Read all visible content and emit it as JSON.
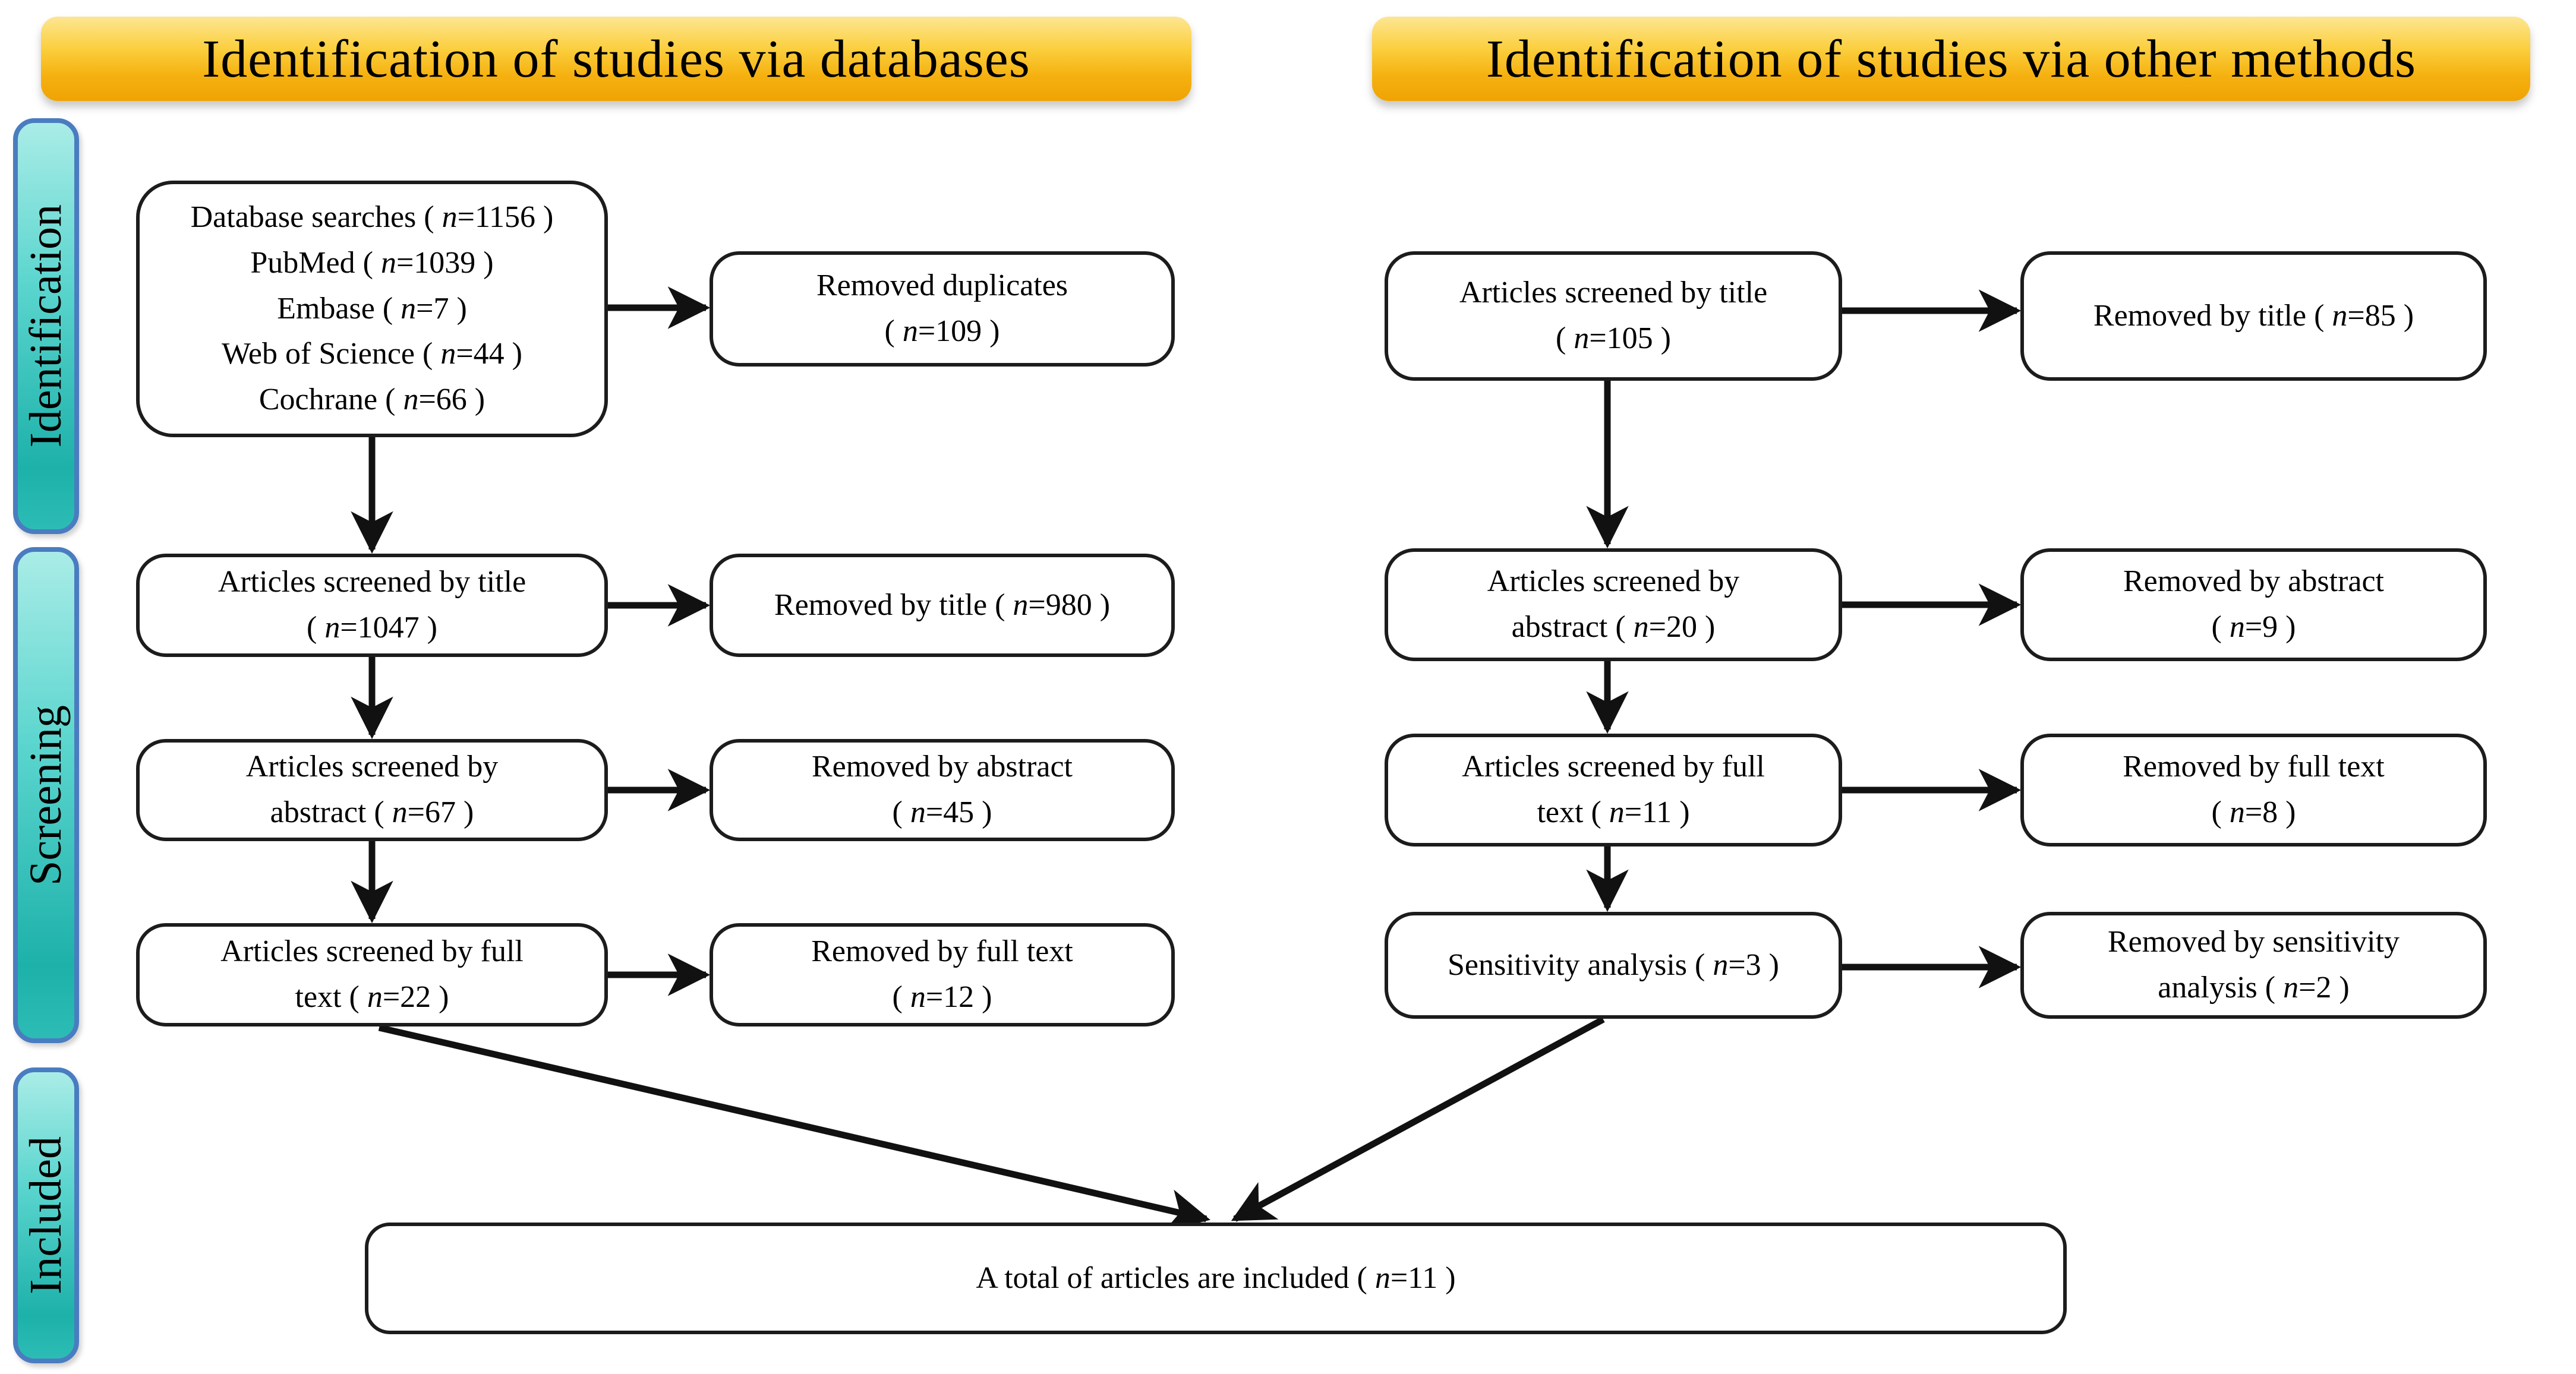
{
  "banners": {
    "left": "Identification of studies via databases",
    "right": "Identification of studies via other methods"
  },
  "stages": [
    {
      "label": "Identification"
    },
    {
      "label": "Screening"
    },
    {
      "label": "Included"
    }
  ],
  "colors": {
    "banner_gold_top": "#fde693",
    "banner_gold_bottom": "#efa303",
    "stage_teal_top": "#aaece7",
    "stage_teal_bottom": "#1db1aa",
    "stage_border_blue": "#4a7cc0",
    "box_border": "#1c1c1c",
    "arrow": "#111111"
  },
  "boxes": {
    "db": {
      "lines": [
        {
          "text": "Database searches",
          "n": "1156"
        },
        {
          "text": "PubMed",
          "n": "1039"
        },
        {
          "text": "Embase",
          "n": "7"
        },
        {
          "text": "Web of Science",
          "n": "44"
        },
        {
          "text": "Cochrane",
          "n": "66"
        }
      ]
    },
    "dup": {
      "lines": [
        {
          "text": "Removed duplicates"
        },
        {
          "n": "109"
        }
      ]
    },
    "l_title": {
      "lines": [
        {
          "text": "Articles screened by title"
        },
        {
          "n": "1047"
        }
      ]
    },
    "l_title_rm": {
      "lines": [
        {
          "text": "Removed by title",
          "n": "980"
        }
      ]
    },
    "l_abs": {
      "lines": [
        {
          "text": "Articles screened by"
        },
        {
          "text": "abstract",
          "n": "67"
        }
      ]
    },
    "l_abs_rm": {
      "lines": [
        {
          "text": "Removed by abstract"
        },
        {
          "n": "45"
        }
      ]
    },
    "l_full": {
      "lines": [
        {
          "text": "Articles screened by full"
        },
        {
          "text": "text",
          "n": "22"
        }
      ]
    },
    "l_full_rm": {
      "lines": [
        {
          "text": "Removed by full text"
        },
        {
          "n": "12"
        }
      ]
    },
    "r_title": {
      "lines": [
        {
          "text": "Articles screened by title"
        },
        {
          "n": "105"
        }
      ]
    },
    "r_title_rm": {
      "lines": [
        {
          "text": "Removed by title",
          "n": "85"
        }
      ]
    },
    "r_abs": {
      "lines": [
        {
          "text": "Articles screened by"
        },
        {
          "text": "abstract",
          "n": "20"
        }
      ]
    },
    "r_abs_rm": {
      "lines": [
        {
          "text": "Removed by abstract"
        },
        {
          "n": "9"
        }
      ]
    },
    "r_full": {
      "lines": [
        {
          "text": "Articles screened by full"
        },
        {
          "text": "text",
          "n": "11"
        }
      ]
    },
    "r_full_rm": {
      "lines": [
        {
          "text": "Removed by full text"
        },
        {
          "n": "8"
        }
      ]
    },
    "sens": {
      "lines": [
        {
          "text": "Sensitivity analysis",
          "n": "3"
        }
      ]
    },
    "sens_rm": {
      "lines": [
        {
          "text": "Removed by sensitivity"
        },
        {
          "text": "analysis",
          "n": "2"
        }
      ]
    },
    "total": {
      "lines": [
        {
          "text": "A total of articles are included",
          "n": "11"
        }
      ]
    }
  }
}
